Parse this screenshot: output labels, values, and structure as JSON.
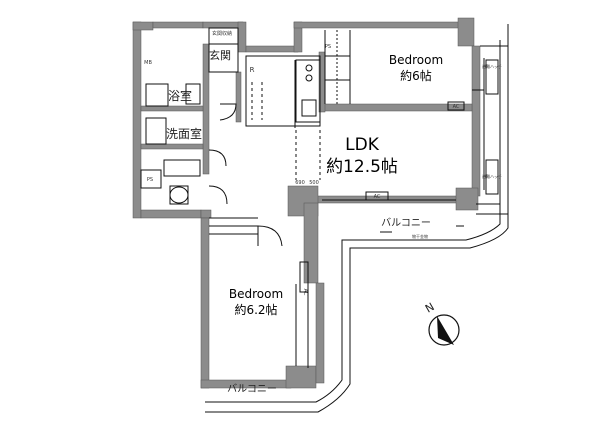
{
  "rooms": {
    "bedroom_top": {
      "name": "Bedroom",
      "size": "約6帖"
    },
    "ldk": {
      "name": "LDK",
      "size": "約12.5帖"
    },
    "bedroom_bottom": {
      "name": "Bedroom",
      "size": "約6.2帖"
    }
  },
  "labels": {
    "entrance": "玄関",
    "entrance_storage": "玄関収納",
    "bath": "浴室",
    "washroom": "洗面室",
    "balcony_right": "バルコニー",
    "balcony_bottom": "バルコニー",
    "refrigerator": "R",
    "meter_box": "MB",
    "pipe_space_left": "PS",
    "pipe_space_top": "PS",
    "ac_top": "AC",
    "ac_ldk": "AC",
    "ac_bedroom": "AC",
    "dim_left": "690",
    "dim_right": "500",
    "hatch_note_top": "避難ハッチ",
    "hatch_note_bottom": "避難ハッチ",
    "rail_note": "物干金物"
  },
  "compass": {
    "label": "N"
  },
  "colors": {
    "wall": "#8c8c8c",
    "line": "#111111",
    "background": "#ffffff"
  }
}
